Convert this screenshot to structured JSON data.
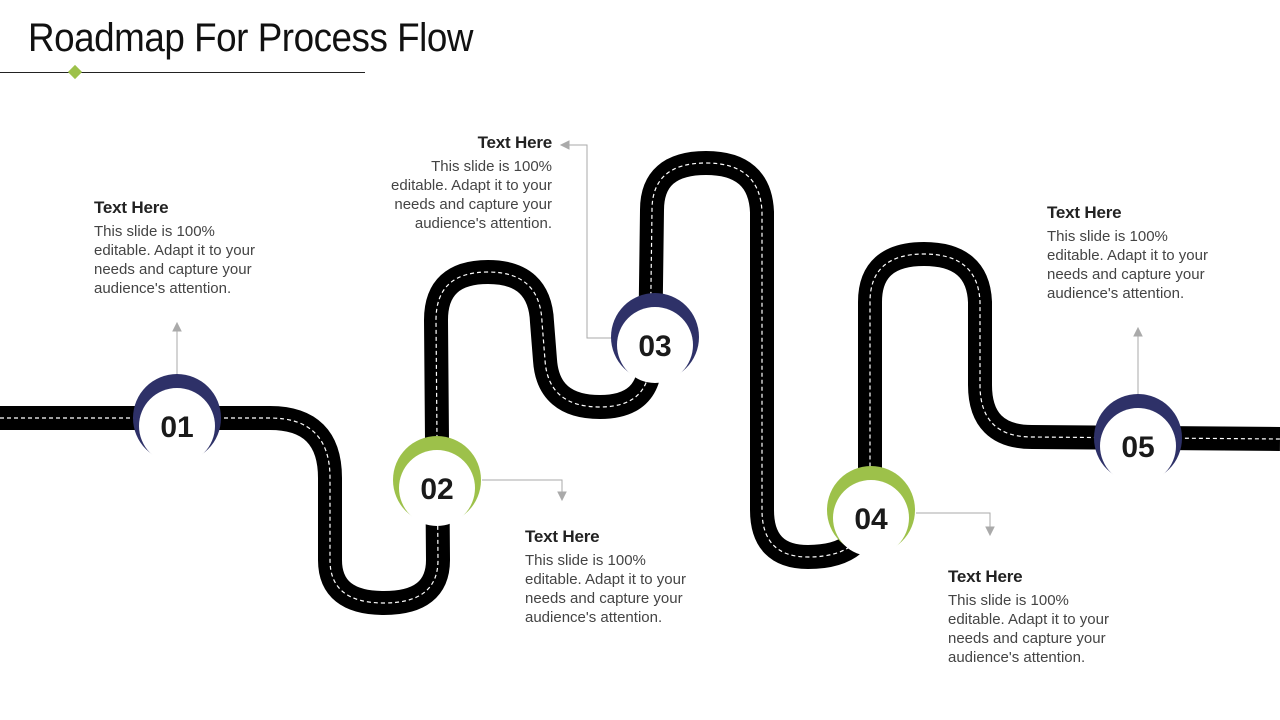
{
  "title": "Roadmap For Process Flow",
  "colors": {
    "navy": "#2e3168",
    "green": "#9dc14a",
    "road": "#000000"
  },
  "steps": [
    {
      "number": "01",
      "heading": "Text Here",
      "body": "This slide is 100% editable. Adapt it to your needs and capture your audience's attention."
    },
    {
      "number": "02",
      "heading": "Text Here",
      "body": "This slide is 100% editable. Adapt it to your needs and capture your audience's attention."
    },
    {
      "number": "03",
      "heading": "Text Here",
      "body": "This slide is 100% editable. Adapt it to your needs and capture your audience's attention."
    },
    {
      "number": "04",
      "heading": "Text Here",
      "body": "This slide is 100% editable. Adapt it to your needs and capture your audience's attention."
    },
    {
      "number": "05",
      "heading": "Text Here",
      "body": "This slide is 100% editable. Adapt it to your needs and capture your audience's attention."
    }
  ]
}
